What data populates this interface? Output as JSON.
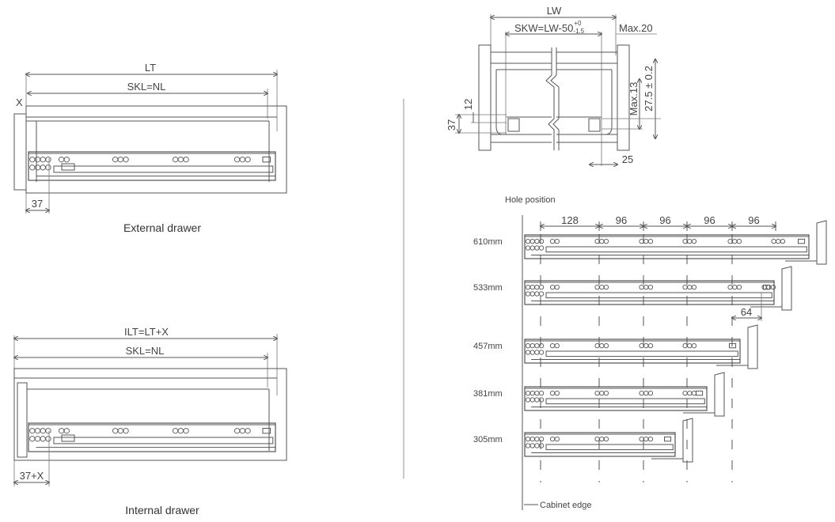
{
  "external": {
    "lt": "LT",
    "skl": "SKL=NL",
    "x": "X",
    "offset": "37",
    "caption": "External drawer"
  },
  "internal": {
    "ilt": "ILT=LT+X",
    "skl": "SKL=NL",
    "offset": "37+X",
    "caption": "Internal drawer"
  },
  "section": {
    "lw": "LW",
    "skw": "SKW=LW-50",
    "skw_tol_upper": "+0",
    "skw_tol_lower": "-1.5",
    "max20": "Max.20",
    "max13": "Max.13",
    "h275": "27.5 ± 0.2",
    "d12": "12",
    "d37": "37",
    "d25": "25"
  },
  "holes": {
    "title": "Hole position",
    "spacings": [
      "128",
      "96",
      "96",
      "96",
      "96"
    ],
    "extra_spacing": "64",
    "cabinet_edge": "Cabinet edge",
    "lengths": [
      "610mm",
      "533mm",
      "457mm",
      "381mm",
      "305mm"
    ]
  }
}
